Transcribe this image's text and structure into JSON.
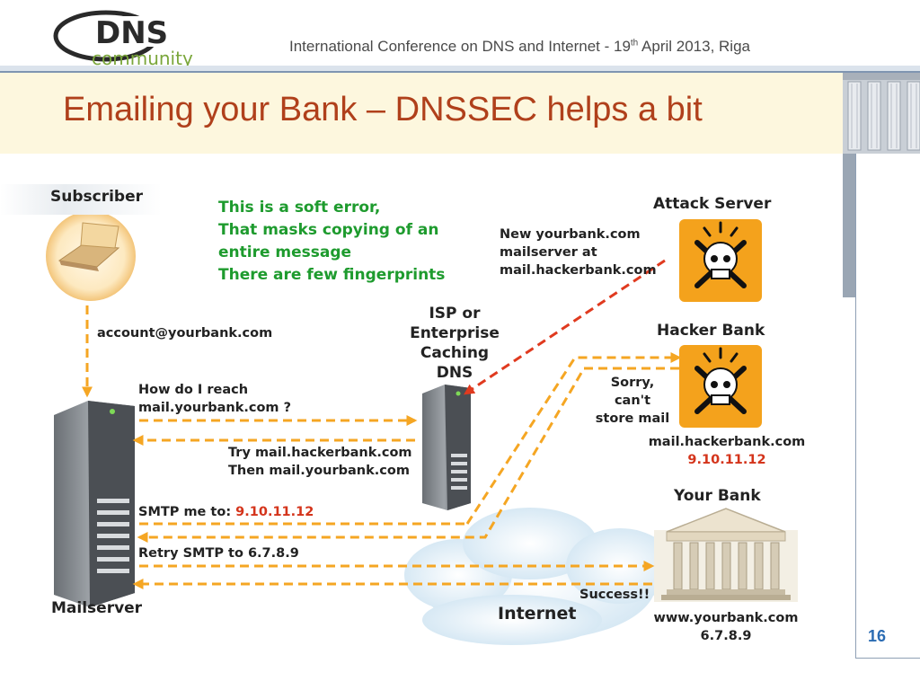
{
  "header": {
    "conference": "International Conference on DNS and Internet  - 19",
    "conference_sup": "th",
    "conference_tail": " April 2013, Riga",
    "logo_top": "DNS",
    "logo_bottom": "community"
  },
  "slide": {
    "title": "Emailing your Bank – DNSSEC helps a bit",
    "page_number": "16"
  },
  "diagram": {
    "subscriber": "Subscriber",
    "account": "account@yourbank.com",
    "soft_error": [
      "This is a soft error,",
      "That masks copying of an",
      "entire message",
      "There are few fingerprints"
    ],
    "how_reach": [
      "How do I reach",
      "mail.yourbank.com ?"
    ],
    "try_reply": [
      "Try mail.hackerbank.com",
      "Then mail.yourbank.com"
    ],
    "smtp_me_label": "SMTP me to: ",
    "smtp_me_ip": "9.10.11.12",
    "retry_smtp": "Retry SMTP to 6.7.8.9",
    "mailserver": "Mailserver",
    "isp": [
      "ISP or",
      "Enterprise",
      "Caching",
      "DNS"
    ],
    "attack_server": "Attack Server",
    "new_mx": [
      "New yourbank.com",
      "mailserver at",
      "mail.hackerbank.com"
    ],
    "hacker_bank": "Hacker Bank",
    "sorry": [
      "Sorry,",
      "can't",
      "store mail"
    ],
    "hacker_host": "mail.hackerbank.com",
    "hacker_ip": "9.10.11.12",
    "your_bank": "Your Bank",
    "success": "Success!!",
    "internet": "Internet",
    "bank_host": "www.yourbank.com",
    "bank_ip": "6.7.8.9"
  },
  "colors": {
    "title": "#b0401b",
    "arrow_orange": "#f5a623",
    "arrow_red": "#e03a1f",
    "soft_error_green": "#1e9b2e",
    "skull_bg": "#f4a21c",
    "page_number": "#2b6cb3"
  },
  "icons": [
    "laptop-icon",
    "server-icon",
    "skull-crossbones-icon",
    "bank-building-icon",
    "cloud-icon",
    "pillar-icon"
  ]
}
